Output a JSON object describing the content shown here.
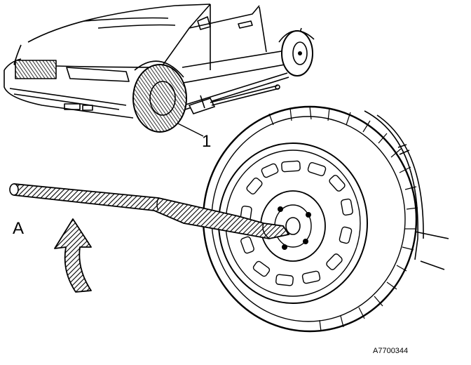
{
  "labels": {
    "callout_1": "1",
    "callout_a": "A",
    "figure_id": "A7700344"
  },
  "colors": {
    "ink": "#000000",
    "paper": "#ffffff"
  }
}
